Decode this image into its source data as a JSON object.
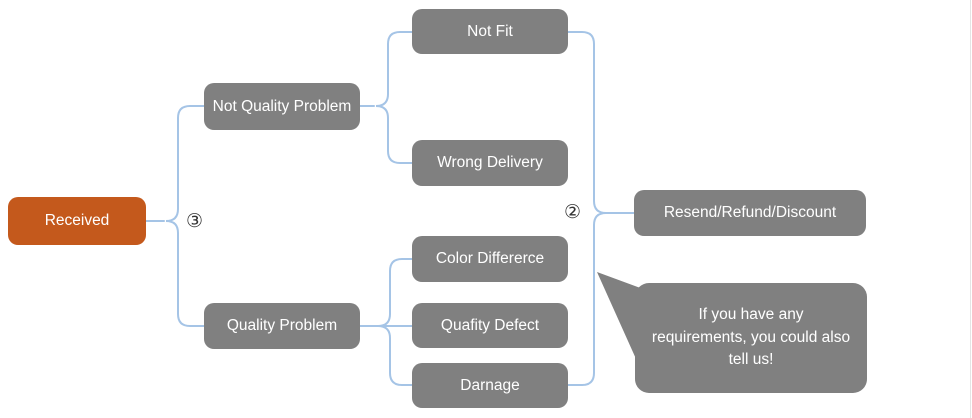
{
  "diagram": {
    "root": {
      "label": "Received"
    },
    "level2": {
      "not_quality_problem": {
        "label": "Not Quality Problem"
      },
      "quality_problem": {
        "label": "Quality Problem"
      }
    },
    "leaves": {
      "not_fit": {
        "label": "Not Fit"
      },
      "wrong_delivery": {
        "label": "Wrong Delivery"
      },
      "color_differerce": {
        "label": "Color Differerce"
      },
      "quafity_defect": {
        "label": "Quafity Defect"
      },
      "darnage": {
        "label": "Darnage"
      }
    },
    "outcome": {
      "label": "Resend/Refund/Discount"
    },
    "annotations": {
      "left_branch_number": "③",
      "right_branch_number": "②",
      "callout_text": "If you have any requirements, you could also tell us!"
    },
    "colors": {
      "root_fill": "#c4591c",
      "node_fill": "#808080",
      "connector": "#a5c4e6",
      "node_text": "#ffffff"
    }
  }
}
